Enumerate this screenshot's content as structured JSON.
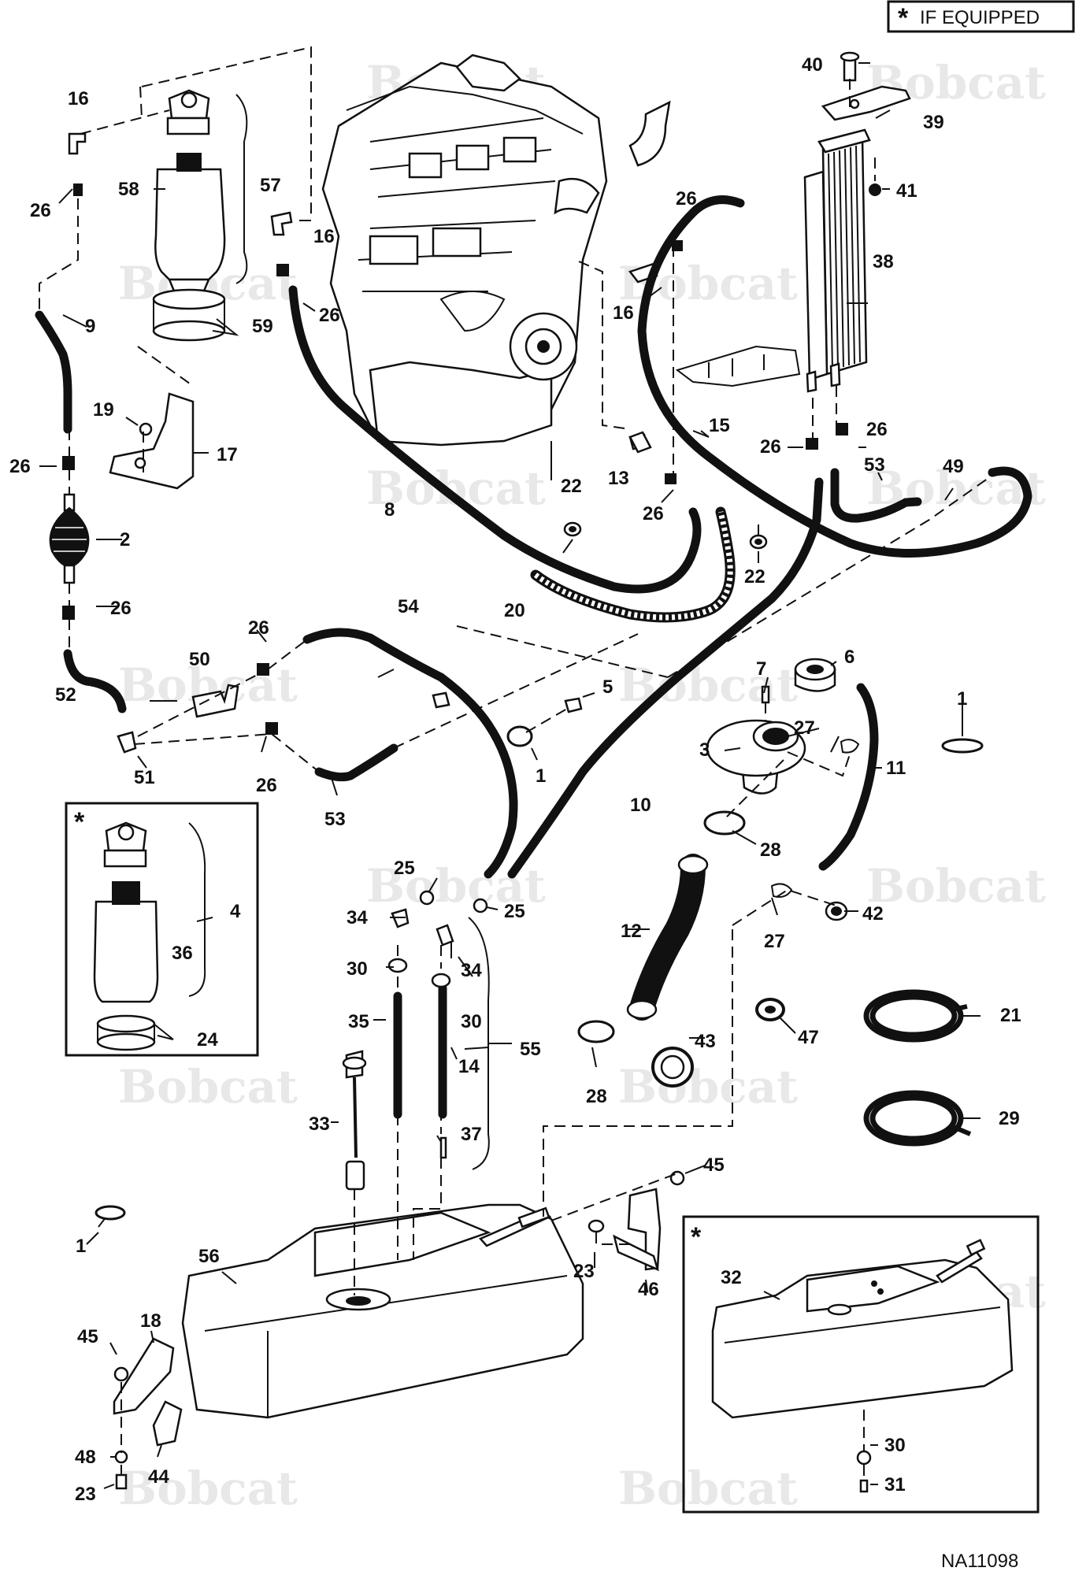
{
  "legend": {
    "symbol": "*",
    "text": "IF EQUIPPED"
  },
  "watermark": "Bobcat",
  "drawing_ref": "NA11098",
  "inset_marker": "*",
  "callouts": [
    "1",
    "2",
    "3",
    "4",
    "5",
    "6",
    "7",
    "8",
    "9",
    "10",
    "11",
    "12",
    "13",
    "14",
    "15",
    "16",
    "17",
    "18",
    "19",
    "20",
    "21",
    "22",
    "23",
    "24",
    "25",
    "26",
    "27",
    "28",
    "29",
    "30",
    "31",
    "32",
    "33",
    "34",
    "35",
    "36",
    "37",
    "38",
    "39",
    "40",
    "41",
    "42",
    "43",
    "44",
    "45",
    "46",
    "47",
    "48",
    "49",
    "50",
    "51",
    "52",
    "53",
    "54",
    "55",
    "56",
    "57",
    "58",
    "59"
  ]
}
